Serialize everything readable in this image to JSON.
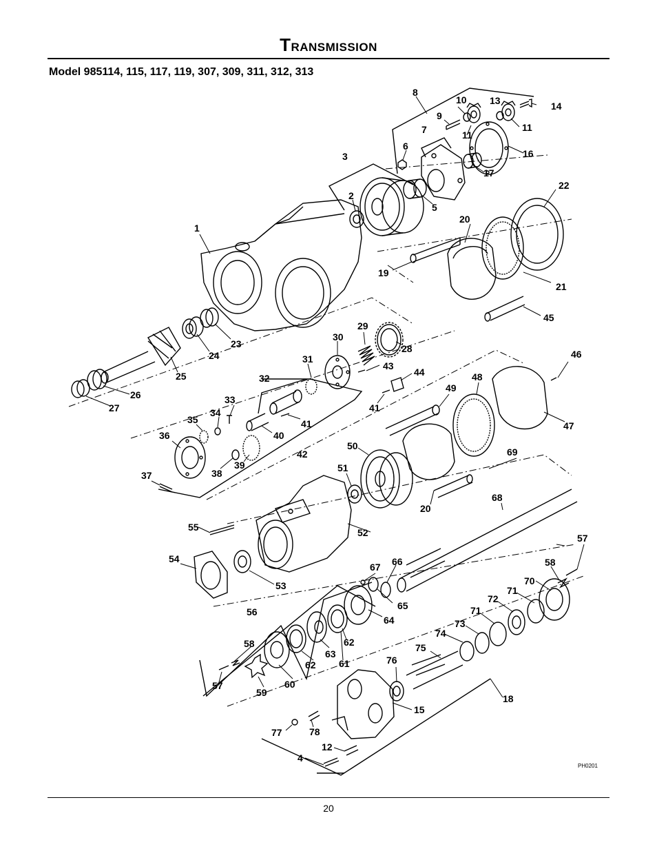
{
  "header": {
    "title": "Transmission",
    "title_first": "T",
    "title_rest": "ransmission",
    "subtitle": "Model 985114, 115, 117, 119, 307, 309, 311, 312, 313"
  },
  "diagram": {
    "code": "PH0201",
    "part_numbers": [
      "1",
      "2",
      "3",
      "4",
      "5",
      "6",
      "7",
      "8",
      "9",
      "10",
      "11",
      "11",
      "12",
      "13",
      "14",
      "15",
      "16",
      "17",
      "18",
      "19",
      "20",
      "20",
      "21",
      "22",
      "23",
      "24",
      "25",
      "26",
      "27",
      "28",
      "29",
      "30",
      "31",
      "32",
      "33",
      "34",
      "35",
      "36",
      "37",
      "38",
      "39",
      "40",
      "41",
      "41",
      "42",
      "43",
      "44",
      "45",
      "46",
      "47",
      "48",
      "49",
      "50",
      "51",
      "52",
      "53",
      "54",
      "55",
      "56",
      "57",
      "57",
      "58",
      "58",
      "59",
      "60",
      "61",
      "62",
      "62",
      "63",
      "64",
      "65",
      "66",
      "67",
      "68",
      "69",
      "70",
      "71",
      "71",
      "72",
      "73",
      "74",
      "75",
      "76",
      "77",
      "78"
    ]
  },
  "footer": {
    "page_number": "20"
  }
}
